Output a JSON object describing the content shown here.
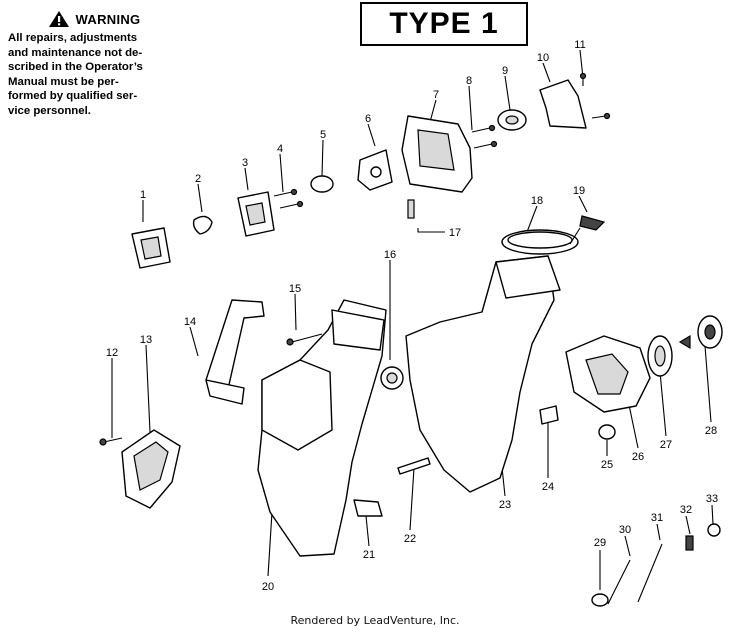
{
  "warning": {
    "heading": "WARNING",
    "lines": [
      "All repairs, adjustments",
      "and maintenance not de-",
      "scribed in the Operator’s",
      "Manual must be per-",
      "formed by qualified ser-",
      "vice personnel."
    ]
  },
  "type_label": "TYPE 1",
  "footer": "Rendered by LeadVenture, Inc.",
  "callouts": [
    "1",
    "2",
    "3",
    "4",
    "5",
    "6",
    "7",
    "8",
    "9",
    "10",
    "11",
    "12",
    "13",
    "14",
    "15",
    "16",
    "17",
    "18",
    "19",
    "20",
    "21",
    "22",
    "23",
    "24",
    "25",
    "26",
    "27",
    "28",
    "29",
    "30",
    "31",
    "32",
    "33"
  ]
}
